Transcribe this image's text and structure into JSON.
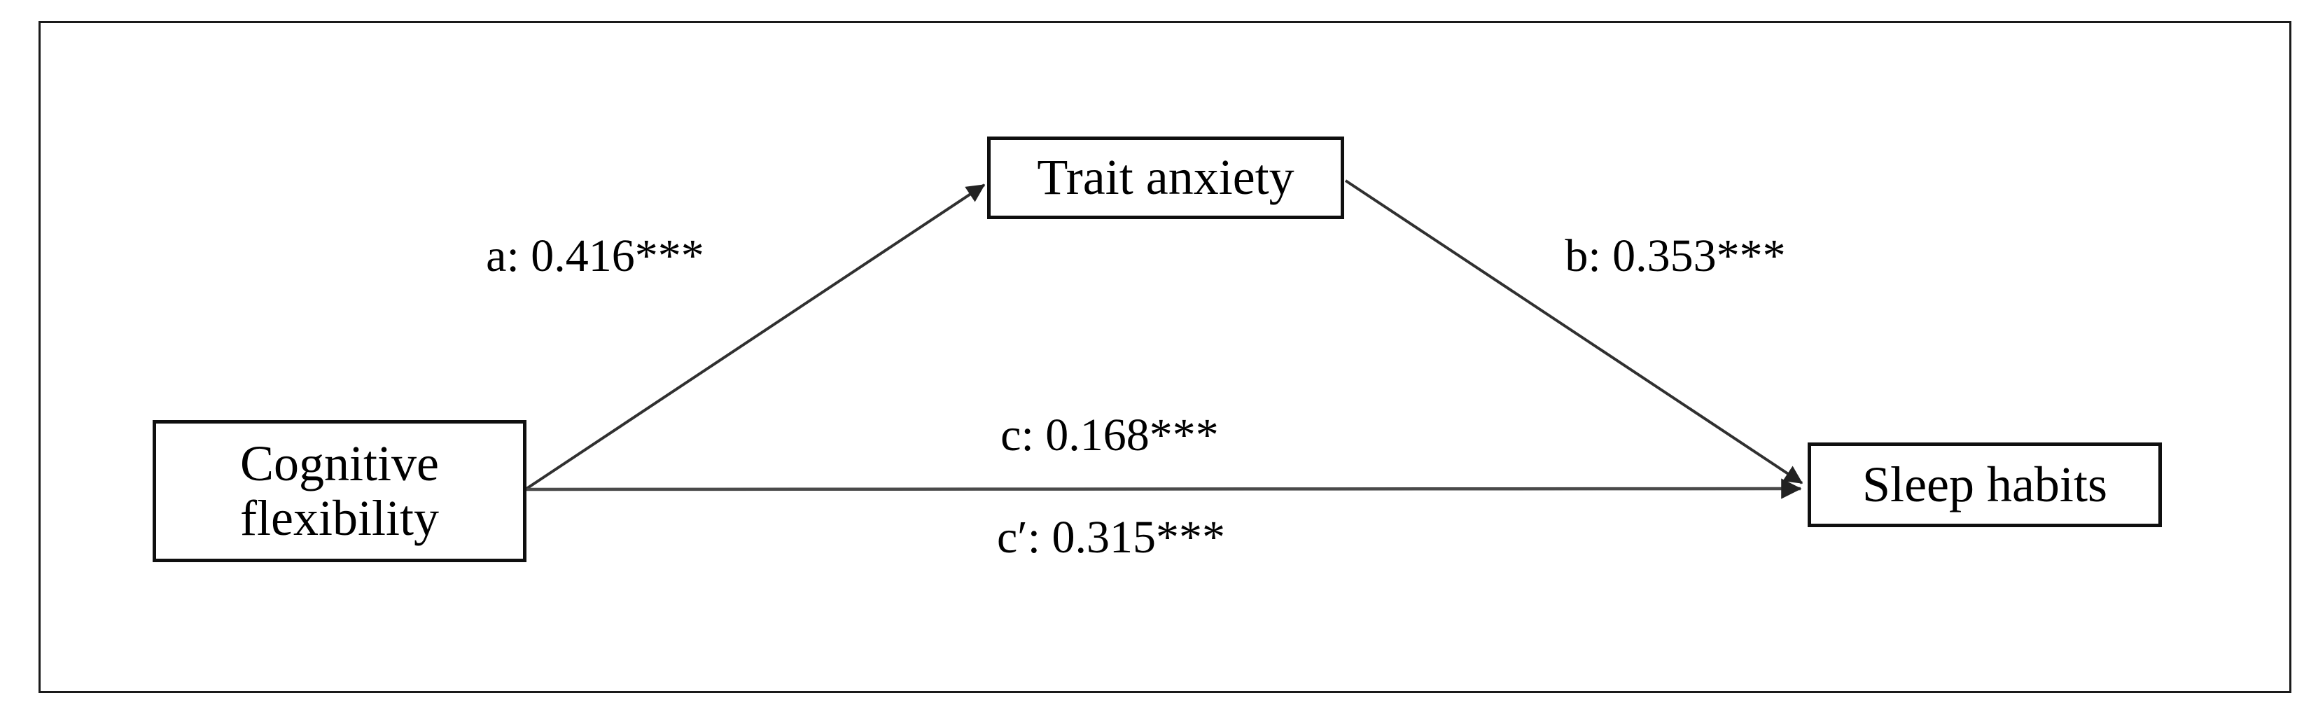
{
  "diagram": {
    "kind": "mediation-path-diagram",
    "nodes": {
      "predictor": {
        "label": "Cognitive flexibility"
      },
      "mediator": {
        "label": "Trait anxiety"
      },
      "outcome": {
        "label": "Sleep habits"
      }
    },
    "paths": {
      "a": {
        "label": "a: 0.416***",
        "value": 0.416,
        "significance": "***",
        "from": "predictor",
        "to": "mediator"
      },
      "b": {
        "label": "b: 0.353***",
        "value": 0.353,
        "significance": "***",
        "from": "mediator",
        "to": "outcome"
      },
      "c_total": {
        "label": "c: 0.168***",
        "value": 0.168,
        "significance": "***",
        "from": "predictor",
        "to": "outcome"
      },
      "c_direct": {
        "label": "c′: 0.315***",
        "value": 0.315,
        "significance": "***",
        "from": "predictor",
        "to": "outcome"
      }
    },
    "colors": {
      "text": "#000000",
      "box_border": "#0f0f0f",
      "frame_border": "#1a1a1a",
      "arrow": "#303030",
      "direct_arrow": "#4a4a4a",
      "background": "#ffffff"
    }
  }
}
